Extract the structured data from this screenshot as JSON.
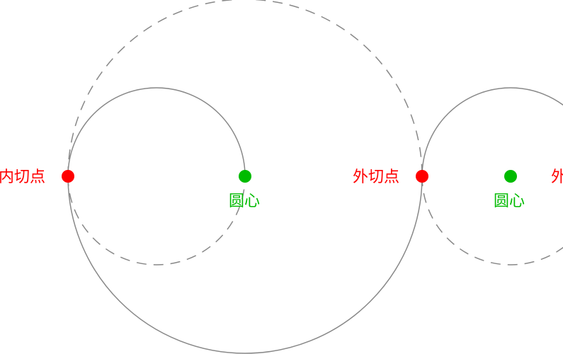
{
  "colors": {
    "tangent_point": "#ff0000",
    "center_point": "#00bb00",
    "stroke": "#888888"
  },
  "labels": {
    "internal_tangent": "内切点",
    "external_tangent": "外切点",
    "center_left": "圆心",
    "center_right": "圆心",
    "external_tangent_cut": "外"
  }
}
